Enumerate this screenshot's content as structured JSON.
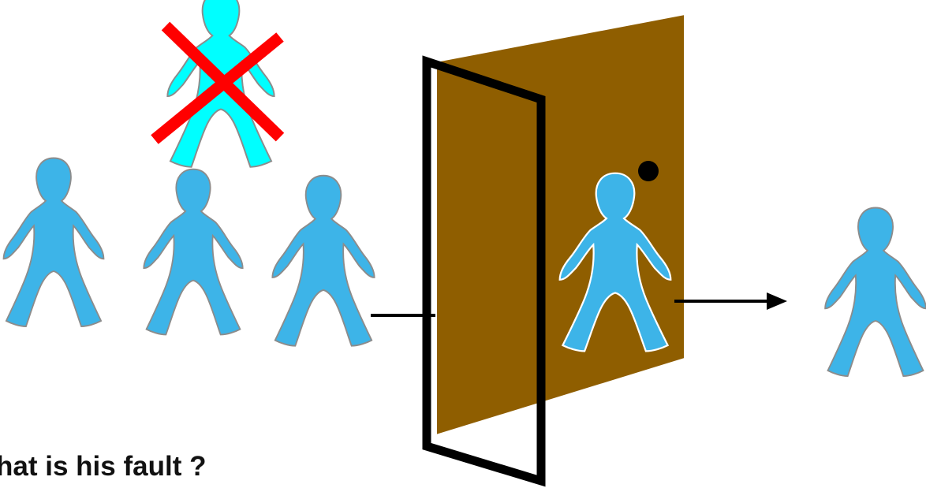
{
  "caption": "What is his fault ?",
  "colors": {
    "person": "#3db4e8",
    "rejected_person": "#00ffff",
    "outline": "#8c8c8c",
    "door": "#8f5e00",
    "frame": "#000000",
    "cross": "#ff0000",
    "arrow": "#000000",
    "knob": "#000000"
  },
  "elements": {
    "rejected_person": "rejected-person-figure",
    "queue": [
      "person-figure-1",
      "person-figure-2",
      "person-figure-3"
    ],
    "in_door": "person-in-doorway",
    "exited": "person-exited",
    "door": "open-door",
    "frame": "door-frame",
    "cross": "red-cross-icon"
  }
}
